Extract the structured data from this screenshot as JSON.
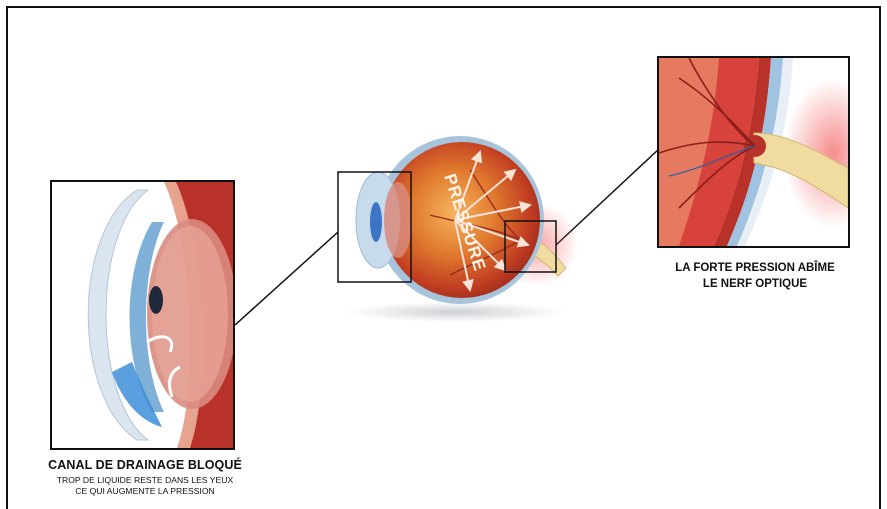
{
  "center": {
    "pressure_word": "PRESSURE"
  },
  "captions": {
    "left_title": "CANAL DE DRAINAGE BLOQUÉ",
    "left_line1": "TROP DE LIQUIDE RESTE DANS LES YEUX",
    "left_line2": "CE QUI AUGMENTE LA PRESSION",
    "right_line1": "LA FORTE PRESSION ABÎME",
    "right_line2": "LE NERF OPTIQUE"
  },
  "colors": {
    "frame": "#111111",
    "sclera_red": "#b8322a",
    "lens_blue": "#7fb0d8",
    "iris_blue": "#3d74c6",
    "nerve_yellow": "#f0dca0",
    "glow_red": "#f25c5c"
  }
}
